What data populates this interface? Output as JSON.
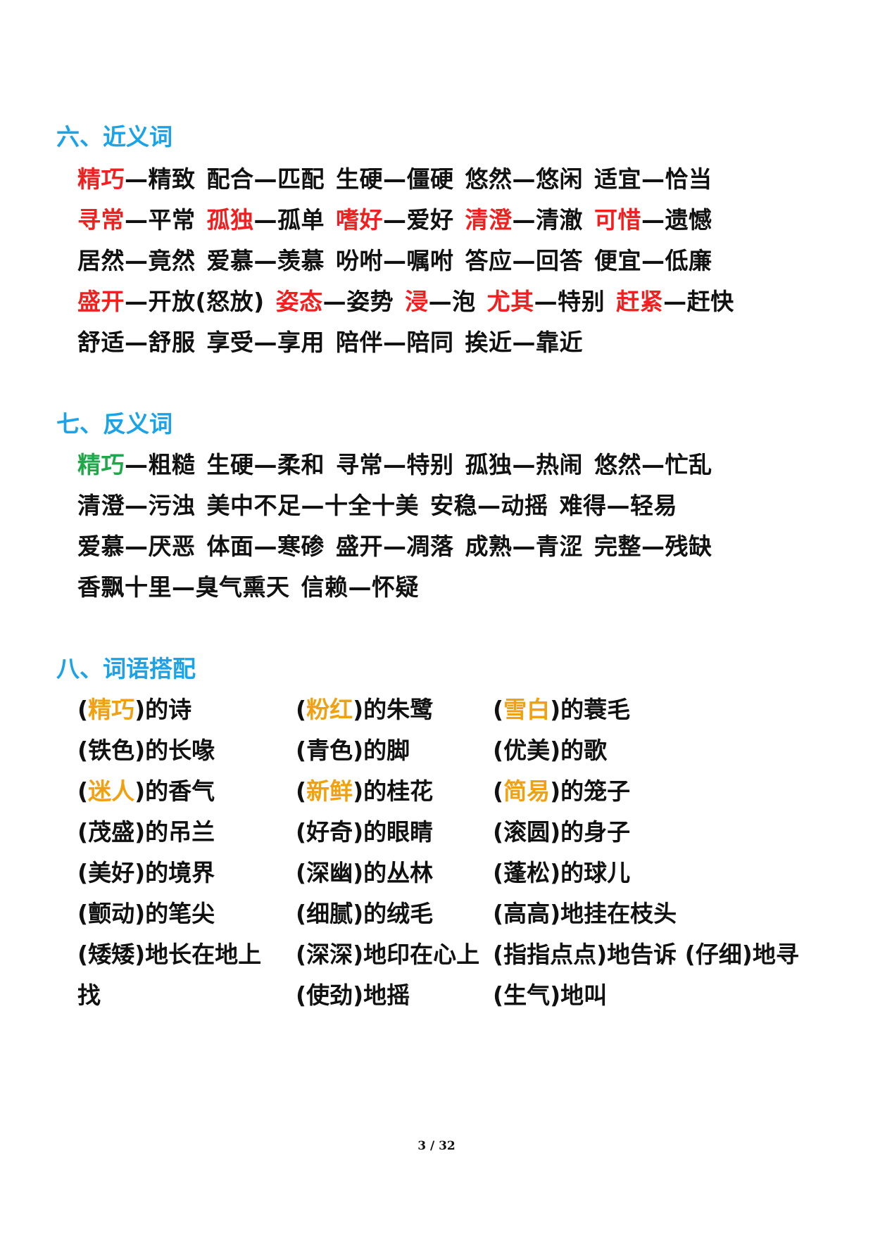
{
  "sections": {
    "synonyms": {
      "title": "六、近义词",
      "rows": [
        [
          [
            "精巧",
            "—精致",
            "red"
          ],
          [
            "配合",
            "—匹配",
            ""
          ],
          [
            "生硬",
            "—僵硬",
            ""
          ],
          [
            "悠然",
            "—悠闲",
            ""
          ],
          [
            "适宜",
            "—恰当",
            ""
          ]
        ],
        [
          [
            "寻常",
            "—平常",
            "red"
          ],
          [
            "孤独",
            "—孤单",
            "red"
          ],
          [
            "嗜好",
            "—爱好",
            "red"
          ],
          [
            "清澄",
            "—清澈",
            "red"
          ],
          [
            "可惜",
            "—遗憾",
            "red"
          ]
        ],
        [
          [
            "居然",
            "—竟然",
            ""
          ],
          [
            "爱慕",
            "—羡慕",
            ""
          ],
          [
            "吩咐",
            "—嘱咐",
            ""
          ],
          [
            "答应",
            "—回答",
            ""
          ],
          [
            "便宜",
            "—低廉",
            ""
          ]
        ],
        [
          [
            "盛开",
            "—开放(怒放)",
            "red"
          ],
          [
            "姿态",
            "—姿势",
            "red"
          ],
          [
            "浸",
            "—泡",
            "red"
          ],
          [
            "尤其",
            "—特别",
            "red"
          ],
          [
            "赶紧",
            "—赶快",
            "red"
          ]
        ],
        [
          [
            "舒适",
            "—舒服",
            ""
          ],
          [
            "享受",
            "—享用",
            ""
          ],
          [
            "陪伴",
            "—陪同",
            ""
          ],
          [
            "挨近",
            "—靠近",
            ""
          ]
        ]
      ]
    },
    "antonyms": {
      "title": "七、反义词",
      "rows": [
        [
          [
            "精巧",
            "—粗糙",
            "green"
          ],
          [
            "生硬",
            "—柔和",
            ""
          ],
          [
            "寻常",
            "—特别",
            ""
          ],
          [
            "孤独",
            "—热闹",
            ""
          ],
          [
            "悠然",
            "—忙乱",
            ""
          ]
        ],
        [
          [
            "清澄",
            "—污浊",
            ""
          ],
          [
            "美中不足",
            "—十全十美",
            ""
          ],
          [
            "安稳",
            "—动摇",
            ""
          ],
          [
            "难得",
            "—轻易",
            ""
          ]
        ],
        [
          [
            "爱慕",
            "—厌恶",
            ""
          ],
          [
            "体面",
            "—寒碜",
            ""
          ],
          [
            "盛开",
            "—凋落",
            ""
          ],
          [
            "成熟",
            "—青涩",
            ""
          ],
          [
            "完整",
            "—残缺",
            ""
          ]
        ],
        [
          [
            "香飘十里",
            "—臭气熏天",
            ""
          ],
          [
            "信赖",
            "—怀疑",
            ""
          ]
        ]
      ]
    },
    "collocations": {
      "title": "八、词语搭配",
      "rows": [
        [
          [
            "(",
            "精巧",
            ")的诗",
            "orange"
          ],
          [
            "(",
            "粉红",
            ")的朱鹭",
            "orange"
          ],
          [
            "(",
            "雪白",
            ")的蓑毛",
            "orange"
          ]
        ],
        [
          [
            "(",
            "铁色",
            ")的长喙",
            ""
          ],
          [
            "(",
            "青色",
            ")的脚",
            ""
          ],
          [
            "(",
            "优美",
            ")的歌",
            ""
          ]
        ],
        [
          [
            "(",
            "迷人",
            ")的香气",
            "orange"
          ],
          [
            "(",
            "新鲜",
            ")的桂花",
            "orange"
          ],
          [
            "(",
            "简易",
            ")的笼子",
            "orange"
          ]
        ],
        [
          [
            "(",
            "茂盛",
            ")的吊兰",
            ""
          ],
          [
            "(",
            "好奇",
            ")的眼睛",
            ""
          ],
          [
            "(",
            "滚圆",
            ")的身子",
            ""
          ]
        ],
        [
          [
            "(",
            "美好",
            ")的境界",
            ""
          ],
          [
            "(",
            "深幽",
            ")的丛林",
            ""
          ],
          [
            "(",
            "蓬松",
            ")的球儿",
            ""
          ]
        ],
        [
          [
            "(",
            "颤动",
            ")的笔尖",
            ""
          ],
          [
            "(",
            "细腻",
            ")的绒毛",
            ""
          ],
          [
            "(",
            "高高",
            ")地挂在枝头",
            ""
          ]
        ],
        [
          [
            "(",
            "矮矮",
            ")地长在地上",
            ""
          ],
          [
            "(",
            "深深",
            ")地印在心上",
            ""
          ],
          [
            "(",
            "指指点点",
            ")地告诉 (仔细)地寻",
            ""
          ]
        ],
        [
          [
            "",
            "",
            "找",
            ""
          ],
          [
            "(",
            "使劲",
            ")地摇",
            ""
          ],
          [
            "(",
            "生气",
            ")地叫",
            ""
          ]
        ]
      ]
    }
  },
  "colors": {
    "heading": "#1aa3e8",
    "red": "#f02020",
    "green": "#1fa84a",
    "orange": "#f0a010"
  },
  "footer": {
    "page": "3 / 32"
  }
}
